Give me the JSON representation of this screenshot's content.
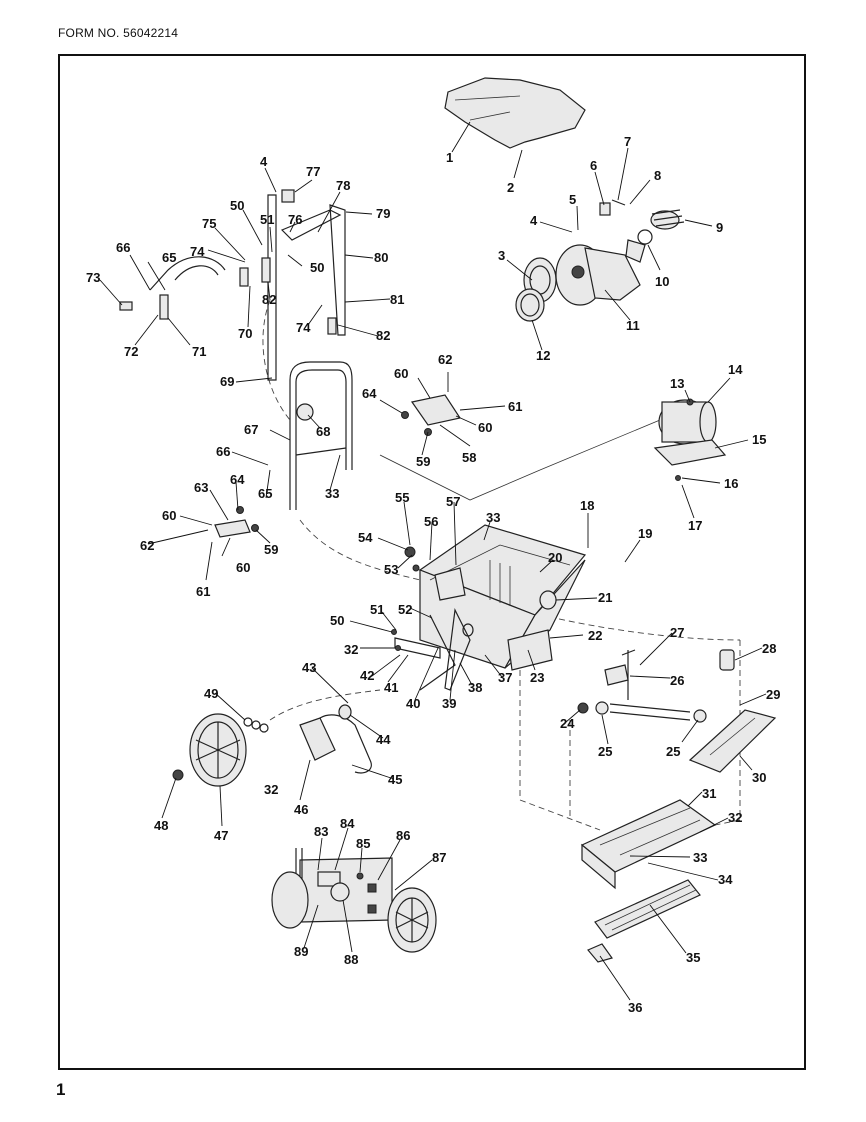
{
  "header": {
    "form_number": "FORM NO. 56042214"
  },
  "footer": {
    "page_number": "1"
  },
  "diagram": {
    "callouts": [
      {
        "id": "c1",
        "text": "1"
      },
      {
        "id": "c2",
        "text": "2"
      },
      {
        "id": "c3",
        "text": "3"
      },
      {
        "id": "c4a",
        "text": "4"
      },
      {
        "id": "c4b",
        "text": "4"
      },
      {
        "id": "c5",
        "text": "5"
      },
      {
        "id": "c6",
        "text": "6"
      },
      {
        "id": "c7",
        "text": "7"
      },
      {
        "id": "c8",
        "text": "8"
      },
      {
        "id": "c9",
        "text": "9"
      },
      {
        "id": "c10",
        "text": "10"
      },
      {
        "id": "c11",
        "text": "11"
      },
      {
        "id": "c12",
        "text": "12"
      },
      {
        "id": "c13",
        "text": "13"
      },
      {
        "id": "c14",
        "text": "14"
      },
      {
        "id": "c15",
        "text": "15"
      },
      {
        "id": "c16",
        "text": "16"
      },
      {
        "id": "c17",
        "text": "17"
      },
      {
        "id": "c18",
        "text": "18"
      },
      {
        "id": "c19",
        "text": "19"
      },
      {
        "id": "c20",
        "text": "20"
      },
      {
        "id": "c21",
        "text": "21"
      },
      {
        "id": "c22",
        "text": "22"
      },
      {
        "id": "c23",
        "text": "23"
      },
      {
        "id": "c24",
        "text": "24"
      },
      {
        "id": "c25a",
        "text": "25"
      },
      {
        "id": "c25b",
        "text": "25"
      },
      {
        "id": "c26",
        "text": "26"
      },
      {
        "id": "c27",
        "text": "27"
      },
      {
        "id": "c28",
        "text": "28"
      },
      {
        "id": "c29",
        "text": "29"
      },
      {
        "id": "c30",
        "text": "30"
      },
      {
        "id": "c31",
        "text": "31"
      },
      {
        "id": "c32a",
        "text": "32"
      },
      {
        "id": "c32b",
        "text": "32"
      },
      {
        "id": "c32c",
        "text": "32"
      },
      {
        "id": "c33a",
        "text": "33"
      },
      {
        "id": "c33b",
        "text": "33"
      },
      {
        "id": "c33c",
        "text": "33"
      },
      {
        "id": "c34",
        "text": "34"
      },
      {
        "id": "c35",
        "text": "35"
      },
      {
        "id": "c36",
        "text": "36"
      },
      {
        "id": "c37",
        "text": "37"
      },
      {
        "id": "c38",
        "text": "38"
      },
      {
        "id": "c39",
        "text": "39"
      },
      {
        "id": "c40",
        "text": "40"
      },
      {
        "id": "c41",
        "text": "41"
      },
      {
        "id": "c42",
        "text": "42"
      },
      {
        "id": "c43",
        "text": "43"
      },
      {
        "id": "c44",
        "text": "44"
      },
      {
        "id": "c45",
        "text": "45"
      },
      {
        "id": "c46",
        "text": "46"
      },
      {
        "id": "c47",
        "text": "47"
      },
      {
        "id": "c48",
        "text": "48"
      },
      {
        "id": "c49",
        "text": "49"
      },
      {
        "id": "c50a",
        "text": "50"
      },
      {
        "id": "c50b",
        "text": "50"
      },
      {
        "id": "c50c",
        "text": "50"
      },
      {
        "id": "c51a",
        "text": "51"
      },
      {
        "id": "c51b",
        "text": "51"
      },
      {
        "id": "c52",
        "text": "52"
      },
      {
        "id": "c53",
        "text": "53"
      },
      {
        "id": "c54",
        "text": "54"
      },
      {
        "id": "c55",
        "text": "55"
      },
      {
        "id": "c56",
        "text": "56"
      },
      {
        "id": "c57",
        "text": "57"
      },
      {
        "id": "c58",
        "text": "58"
      },
      {
        "id": "c59a",
        "text": "59"
      },
      {
        "id": "c59b",
        "text": "59"
      },
      {
        "id": "c60a",
        "text": "60"
      },
      {
        "id": "c60b",
        "text": "60"
      },
      {
        "id": "c60c",
        "text": "60"
      },
      {
        "id": "c60d",
        "text": "60"
      },
      {
        "id": "c61a",
        "text": "61"
      },
      {
        "id": "c61b",
        "text": "61"
      },
      {
        "id": "c62a",
        "text": "62"
      },
      {
        "id": "c62b",
        "text": "62"
      },
      {
        "id": "c63",
        "text": "63"
      },
      {
        "id": "c64a",
        "text": "64"
      },
      {
        "id": "c64b",
        "text": "64"
      },
      {
        "id": "c65a",
        "text": "65"
      },
      {
        "id": "c65b",
        "text": "65"
      },
      {
        "id": "c66a",
        "text": "66"
      },
      {
        "id": "c66b",
        "text": "66"
      },
      {
        "id": "c67",
        "text": "67"
      },
      {
        "id": "c68",
        "text": "68"
      },
      {
        "id": "c69",
        "text": "69"
      },
      {
        "id": "c70",
        "text": "70"
      },
      {
        "id": "c71",
        "text": "71"
      },
      {
        "id": "c72",
        "text": "72"
      },
      {
        "id": "c73",
        "text": "73"
      },
      {
        "id": "c74a",
        "text": "74"
      },
      {
        "id": "c74b",
        "text": "74"
      },
      {
        "id": "c75",
        "text": "75"
      },
      {
        "id": "c76",
        "text": "76"
      },
      {
        "id": "c77",
        "text": "77"
      },
      {
        "id": "c78",
        "text": "78"
      },
      {
        "id": "c79",
        "text": "79"
      },
      {
        "id": "c80",
        "text": "80"
      },
      {
        "id": "c81",
        "text": "81"
      },
      {
        "id": "c82a",
        "text": "82"
      },
      {
        "id": "c82b",
        "text": "82"
      },
      {
        "id": "c83",
        "text": "83"
      },
      {
        "id": "c84",
        "text": "84"
      },
      {
        "id": "c85",
        "text": "85"
      },
      {
        "id": "c86",
        "text": "86"
      },
      {
        "id": "c87",
        "text": "87"
      },
      {
        "id": "c88",
        "text": "88"
      },
      {
        "id": "c89",
        "text": "89"
      }
    ]
  }
}
